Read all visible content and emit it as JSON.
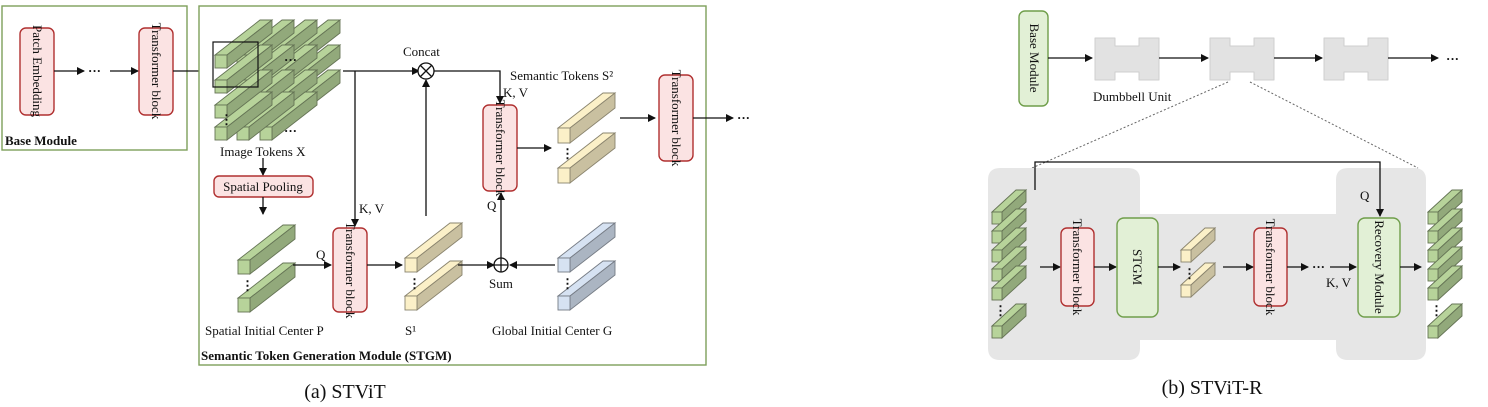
{
  "panel_a": {
    "caption": "(a) STViT",
    "base_module_label": "Base Module",
    "patch_embedding": "Patch Embedding",
    "transformer_block": "Transformer block",
    "ellipsis": "···",
    "image_tokens": "Image Tokens X",
    "spatial_pooling": "Spatial Pooling",
    "concat": "Concat",
    "semantic_tokens": "Semantic Tokens S²",
    "kv": "K, V",
    "q": "Q",
    "sum": "Sum",
    "spatial_initial_center": "Spatial Initial Center P",
    "s1": "S¹",
    "global_initial_center": "Global Initial Center G",
    "stgm_label": "Semantic Token Generation Module (STGM)"
  },
  "panel_b": {
    "caption": "(b) STViT-R",
    "base_module": "Base Module",
    "dumbbell_unit": "Dumbbell Unit",
    "transformer_block": "Transformer block",
    "stgm": "STGM",
    "recovery_module": "Recovery Module",
    "q": "Q",
    "kv": "K, V",
    "ellipsis": "···"
  },
  "colors": {
    "red_fill": "#fbe3e3",
    "red_stroke": "#b03030",
    "green_fill": "#e2f0d6",
    "green_stroke": "#6f9e4a",
    "token_green": "#b7d39a",
    "token_yellow": "#fbf0c8",
    "token_blue": "#d6e2f2",
    "gray_bg": "#e6e6e6"
  }
}
